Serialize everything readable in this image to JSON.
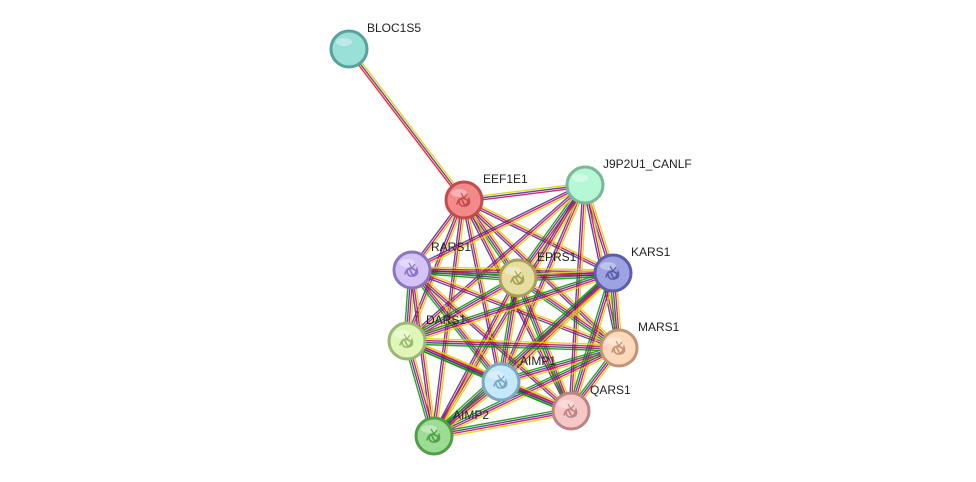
{
  "network": {
    "edge_colors": [
      "#d3d300",
      "#cc0066",
      "#4a2a7a",
      "#009900",
      "#ff0000",
      "#3a3a3a"
    ],
    "nodes": [
      {
        "id": "BLOC1S5",
        "label": "BLOC1S5",
        "color": "#99e0d8",
        "border": "#55a39a",
        "icon": "none"
      },
      {
        "id": "EEF1E1",
        "label": "EEF1E1",
        "color": "#f38a8a",
        "border": "#c24b4b",
        "icon": "protein-structure-icon"
      },
      {
        "id": "J9P2U1_CANLF",
        "label": "J9P2U1_CANLF",
        "color": "#b6f7d5",
        "border": "#78b899",
        "icon": "none"
      },
      {
        "id": "RARS1",
        "label": "RARS1",
        "color": "#d3c3f7",
        "border": "#8c75c0",
        "icon": "protein-structure-icon"
      },
      {
        "id": "EPRS1",
        "label": "EPRS1",
        "color": "#e6dea0",
        "border": "#a99f5a",
        "icon": "protein-structure-icon"
      },
      {
        "id": "KARS1",
        "label": "KARS1",
        "color": "#9ea2e2",
        "border": "#5a5fa8",
        "icon": "protein-structure-icon"
      },
      {
        "id": "DARS1",
        "label": "DARS1",
        "color": "#e0f6b8",
        "border": "#9bb775",
        "icon": "protein-structure-icon"
      },
      {
        "id": "MARS1",
        "label": "MARS1",
        "color": "#fbd9bb",
        "border": "#c39473",
        "icon": "protein-structure-icon"
      },
      {
        "id": "AIMP1",
        "label": "AIMP1",
        "color": "#c5e8fb",
        "border": "#7aa8c3",
        "icon": "protein-structure-icon"
      },
      {
        "id": "QARS1",
        "label": "QARS1",
        "color": "#f6c7c7",
        "border": "#bd8484",
        "icon": "protein-structure-icon"
      },
      {
        "id": "AIMP2",
        "label": "AIMP2",
        "color": "#9ddc95",
        "border": "#4f9f46",
        "icon": "protein-structure-icon"
      }
    ],
    "edges": [
      {
        "a": "BLOC1S5",
        "b": "EEF1E1",
        "types": [
          "#d3d300",
          "#4a2a7a",
          "#ff0000"
        ]
      },
      {
        "a": "EEF1E1",
        "b": "J9P2U1_CANLF",
        "types": [
          "#d3d300",
          "#4a2a7a",
          "#cc0066"
        ]
      },
      {
        "a": "EEF1E1",
        "b": "RARS1",
        "types": [
          "#d3d300",
          "#cc0066",
          "#4a2a7a"
        ]
      },
      {
        "a": "EEF1E1",
        "b": "EPRS1",
        "types": [
          "#d3d300",
          "#cc0066",
          "#4a2a7a",
          "#009900"
        ]
      },
      {
        "a": "EEF1E1",
        "b": "KARS1",
        "types": [
          "#d3d300",
          "#cc0066",
          "#4a2a7a"
        ]
      },
      {
        "a": "EEF1E1",
        "b": "DARS1",
        "types": [
          "#d3d300",
          "#cc0066",
          "#4a2a7a"
        ]
      },
      {
        "a": "EEF1E1",
        "b": "MARS1",
        "types": [
          "#d3d300",
          "#cc0066",
          "#4a2a7a"
        ]
      },
      {
        "a": "EEF1E1",
        "b": "AIMP1",
        "types": [
          "#d3d300",
          "#cc0066",
          "#4a2a7a"
        ]
      },
      {
        "a": "EEF1E1",
        "b": "QARS1",
        "types": [
          "#d3d300",
          "#cc0066",
          "#4a2a7a"
        ]
      },
      {
        "a": "EEF1E1",
        "b": "AIMP2",
        "types": [
          "#d3d300",
          "#cc0066",
          "#4a2a7a"
        ]
      },
      {
        "a": "J9P2U1_CANLF",
        "b": "RARS1",
        "types": [
          "#d3d300",
          "#cc0066",
          "#4a2a7a"
        ]
      },
      {
        "a": "J9P2U1_CANLF",
        "b": "EPRS1",
        "types": [
          "#d3d300",
          "#cc0066",
          "#4a2a7a",
          "#009900"
        ]
      },
      {
        "a": "J9P2U1_CANLF",
        "b": "KARS1",
        "types": [
          "#d3d300",
          "#cc0066",
          "#4a2a7a"
        ]
      },
      {
        "a": "J9P2U1_CANLF",
        "b": "DARS1",
        "types": [
          "#d3d300",
          "#cc0066",
          "#4a2a7a"
        ]
      },
      {
        "a": "J9P2U1_CANLF",
        "b": "MARS1",
        "types": [
          "#d3d300",
          "#cc0066",
          "#4a2a7a"
        ]
      },
      {
        "a": "J9P2U1_CANLF",
        "b": "AIMP1",
        "types": [
          "#d3d300",
          "#cc0066",
          "#4a2a7a"
        ]
      },
      {
        "a": "J9P2U1_CANLF",
        "b": "QARS1",
        "types": [
          "#d3d300",
          "#cc0066",
          "#4a2a7a"
        ]
      },
      {
        "a": "J9P2U1_CANLF",
        "b": "AIMP2",
        "types": [
          "#d3d300",
          "#cc0066",
          "#4a2a7a"
        ]
      },
      {
        "a": "RARS1",
        "b": "EPRS1",
        "types": [
          "#d3d300",
          "#cc0066",
          "#4a2a7a",
          "#009900"
        ]
      },
      {
        "a": "RARS1",
        "b": "KARS1",
        "types": [
          "#d3d300",
          "#cc0066",
          "#4a2a7a",
          "#009900"
        ]
      },
      {
        "a": "RARS1",
        "b": "DARS1",
        "types": [
          "#d3d300",
          "#cc0066",
          "#4a2a7a",
          "#009900"
        ]
      },
      {
        "a": "RARS1",
        "b": "MARS1",
        "types": [
          "#d3d300",
          "#cc0066",
          "#4a2a7a"
        ]
      },
      {
        "a": "RARS1",
        "b": "AIMP1",
        "types": [
          "#d3d300",
          "#cc0066",
          "#4a2a7a",
          "#009900"
        ]
      },
      {
        "a": "RARS1",
        "b": "QARS1",
        "types": [
          "#d3d300",
          "#cc0066",
          "#4a2a7a"
        ]
      },
      {
        "a": "RARS1",
        "b": "AIMP2",
        "types": [
          "#d3d300",
          "#cc0066",
          "#4a2a7a"
        ]
      },
      {
        "a": "EPRS1",
        "b": "KARS1",
        "types": [
          "#d3d300",
          "#cc0066",
          "#4a2a7a",
          "#009900"
        ]
      },
      {
        "a": "EPRS1",
        "b": "DARS1",
        "types": [
          "#d3d300",
          "#cc0066",
          "#4a2a7a",
          "#009900"
        ]
      },
      {
        "a": "EPRS1",
        "b": "MARS1",
        "types": [
          "#d3d300",
          "#cc0066",
          "#4a2a7a",
          "#009900"
        ]
      },
      {
        "a": "EPRS1",
        "b": "AIMP1",
        "types": [
          "#d3d300",
          "#cc0066",
          "#4a2a7a",
          "#009900"
        ]
      },
      {
        "a": "EPRS1",
        "b": "QARS1",
        "types": [
          "#d3d300",
          "#cc0066",
          "#4a2a7a",
          "#009900"
        ]
      },
      {
        "a": "EPRS1",
        "b": "AIMP2",
        "types": [
          "#d3d300",
          "#cc0066",
          "#4a2a7a"
        ]
      },
      {
        "a": "KARS1",
        "b": "DARS1",
        "types": [
          "#d3d300",
          "#cc0066",
          "#4a2a7a",
          "#009900"
        ]
      },
      {
        "a": "KARS1",
        "b": "MARS1",
        "types": [
          "#d3d300",
          "#cc0066",
          "#4a2a7a",
          "#009900"
        ]
      },
      {
        "a": "KARS1",
        "b": "AIMP1",
        "types": [
          "#d3d300",
          "#cc0066",
          "#4a2a7a",
          "#009900"
        ]
      },
      {
        "a": "KARS1",
        "b": "QARS1",
        "types": [
          "#d3d300",
          "#cc0066",
          "#4a2a7a",
          "#009900"
        ]
      },
      {
        "a": "KARS1",
        "b": "AIMP2",
        "types": [
          "#d3d300",
          "#cc0066",
          "#4a2a7a",
          "#009900"
        ]
      },
      {
        "a": "DARS1",
        "b": "MARS1",
        "types": [
          "#d3d300",
          "#cc0066",
          "#4a2a7a",
          "#009900"
        ]
      },
      {
        "a": "DARS1",
        "b": "AIMP1",
        "types": [
          "#d3d300",
          "#cc0066",
          "#4a2a7a",
          "#009900"
        ]
      },
      {
        "a": "DARS1",
        "b": "QARS1",
        "types": [
          "#d3d300",
          "#cc0066",
          "#4a2a7a",
          "#009900"
        ]
      },
      {
        "a": "DARS1",
        "b": "AIMP2",
        "types": [
          "#d3d300",
          "#cc0066",
          "#4a2a7a",
          "#009900"
        ]
      },
      {
        "a": "MARS1",
        "b": "AIMP1",
        "types": [
          "#d3d300",
          "#cc0066",
          "#4a2a7a",
          "#009900"
        ]
      },
      {
        "a": "MARS1",
        "b": "QARS1",
        "types": [
          "#d3d300",
          "#cc0066",
          "#4a2a7a",
          "#009900"
        ]
      },
      {
        "a": "MARS1",
        "b": "AIMP2",
        "types": [
          "#d3d300",
          "#cc0066",
          "#4a2a7a",
          "#009900"
        ]
      },
      {
        "a": "AIMP1",
        "b": "QARS1",
        "types": [
          "#d3d300",
          "#cc0066",
          "#4a2a7a",
          "#009900"
        ]
      },
      {
        "a": "AIMP1",
        "b": "AIMP2",
        "types": [
          "#d3d300",
          "#cc0066",
          "#4a2a7a",
          "#009900"
        ]
      },
      {
        "a": "QARS1",
        "b": "AIMP2",
        "types": [
          "#d3d300",
          "#cc0066",
          "#4a2a7a",
          "#009900"
        ]
      }
    ]
  }
}
